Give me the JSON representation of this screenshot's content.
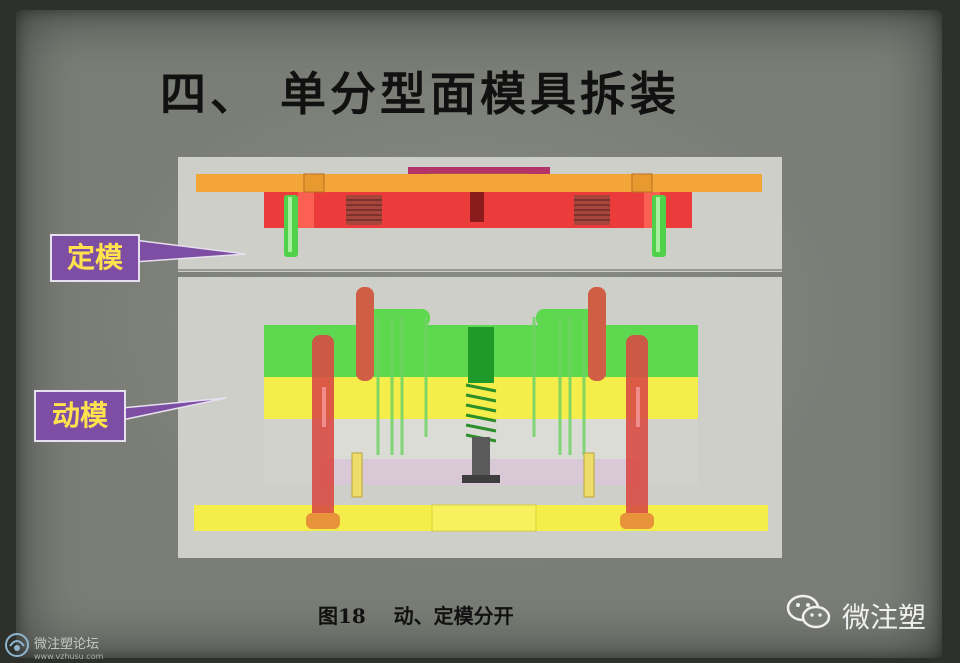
{
  "slide": {
    "title": "四、 单分型面模具拆装",
    "caption": "图18    动、定模分开"
  },
  "callouts": {
    "fixed_mold": "定模",
    "moving_mold": "动模"
  },
  "watermark": {
    "text": "微注塑",
    "icon": "wechat-icon"
  },
  "forum_logo": {
    "name": "微注塑论坛",
    "url_text": "www.vzhusu.com",
    "icon": "forum-logo-icon"
  },
  "colors": {
    "board": "#7a7e77",
    "callout_bg": "#7d4ea3",
    "callout_text": "#ffe24d",
    "clamp_plate": "#f3a53a",
    "fixed_plate": "#ec3b3b",
    "moving_plate": "#5ed84f",
    "support_plate": "#f5ee4a",
    "guide_pin": "#cf5e45"
  }
}
